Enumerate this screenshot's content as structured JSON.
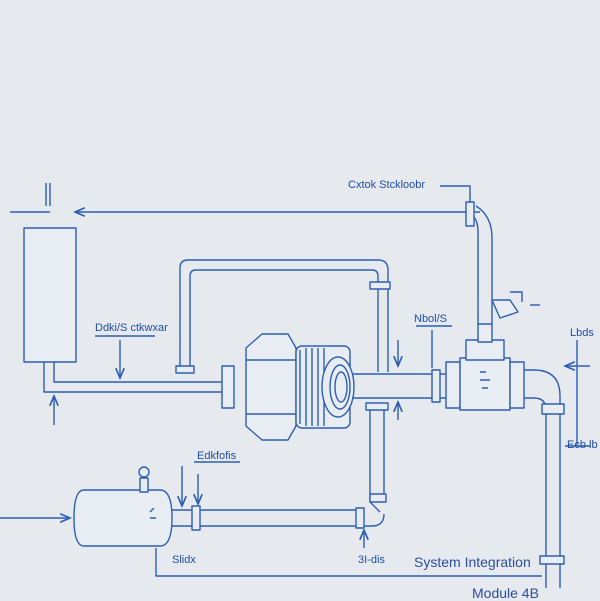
{
  "labels": {
    "top_callout": "Cxtok Stckloobr",
    "left_callout": "Ddki/S ctkwxar",
    "valve_callout": "Nbol/S",
    "right_top": "Lbds",
    "right_mid": "Ecb lb",
    "bottom_callout": "Edkfofis",
    "bottom_left": "Slidx",
    "bottom_mid": "3I-dis",
    "title": "System Integration",
    "subtitle": "Module 4B"
  },
  "palette": {
    "line": "#2d5fb4",
    "pipe_fill": "#e8ecf3",
    "bg": "#e6e9ee",
    "text": "#1f4fa6"
  }
}
